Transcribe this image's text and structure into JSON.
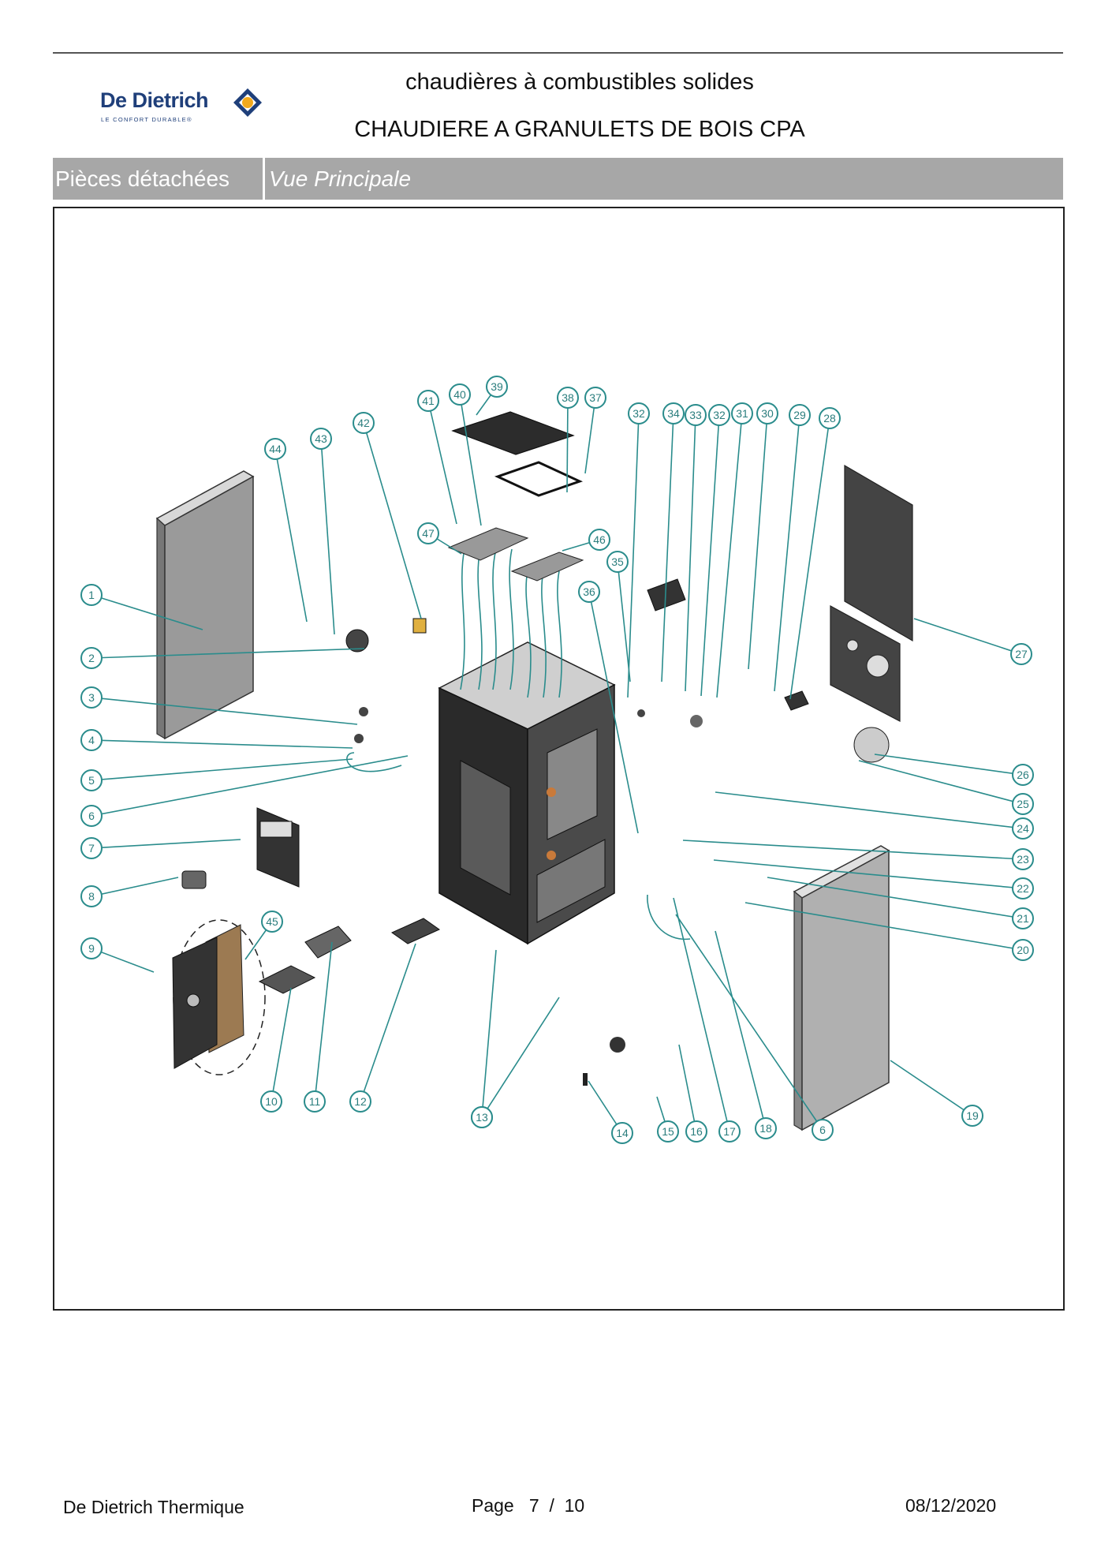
{
  "brand": {
    "name": "De Dietrich",
    "tagline": "LE CONFORT DURABLE®"
  },
  "header": {
    "line1": "chaudières à combustibles solides",
    "line2": "CHAUDIERE A GRANULETS DE BOIS CPA"
  },
  "section": {
    "label": "Pièces détachées",
    "view": "Vue Principale"
  },
  "footer": {
    "company": "De Dietrich Thermique",
    "page_label": "Page",
    "page_current": "7",
    "page_separator": "/",
    "page_total": "10",
    "date": "08/12/2020"
  },
  "callouts": [
    "1",
    "2",
    "3",
    "4",
    "5",
    "6",
    "7",
    "8",
    "9",
    "10",
    "11",
    "12",
    "13",
    "14",
    "15",
    "16",
    "17",
    "18",
    "19",
    "20",
    "21",
    "22",
    "23",
    "24",
    "25",
    "26",
    "27",
    "28",
    "29",
    "30",
    "31",
    "32",
    "33",
    "34",
    "32",
    "35",
    "36",
    "37",
    "38",
    "39",
    "40",
    "41",
    "42",
    "43",
    "44",
    "45",
    "46",
    "47",
    "6",
    "13"
  ],
  "colors": {
    "brand_blue": "#1f3f7a",
    "brand_orange": "#f2a91c",
    "callout_teal": "#2a8c8c",
    "section_gray": "#a7a7a7"
  }
}
